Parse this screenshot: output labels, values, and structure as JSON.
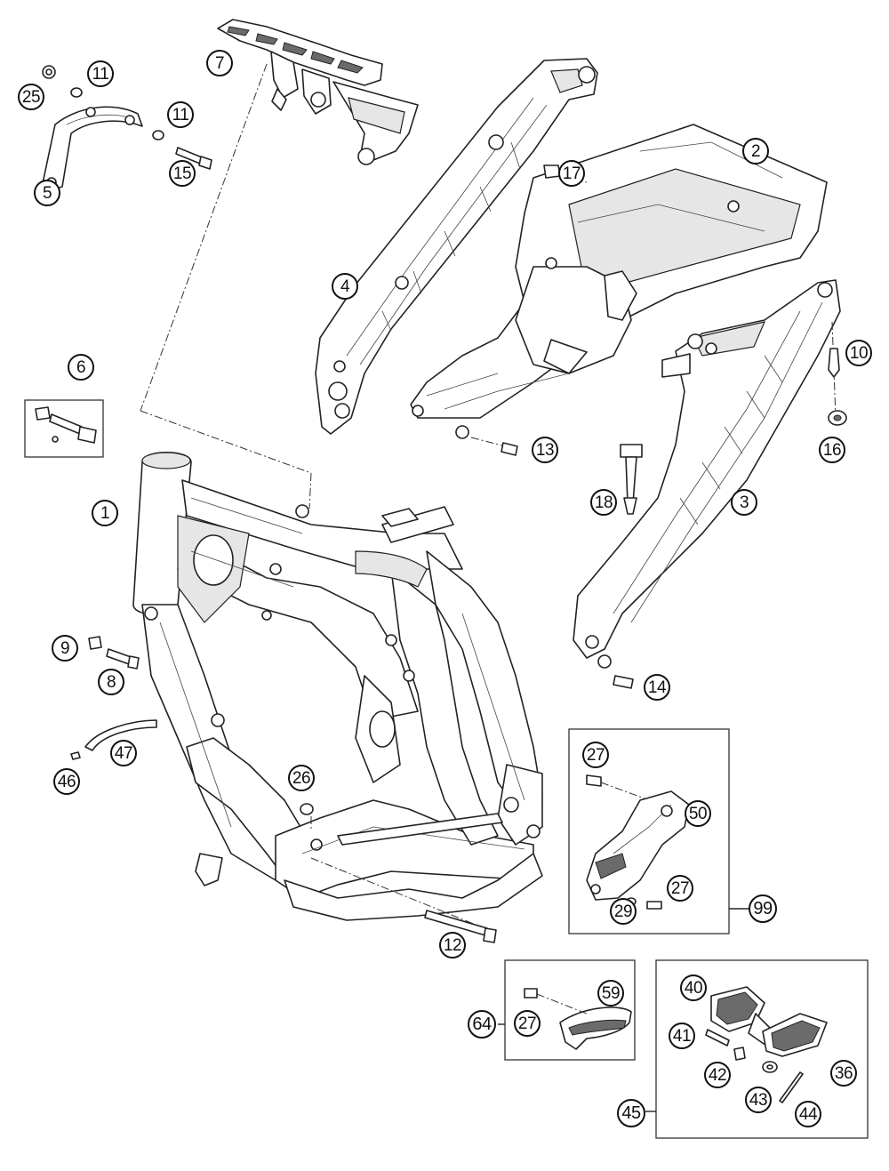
{
  "callouts": {
    "c1": "1",
    "c2": "2",
    "c3": "3",
    "c4": "4",
    "c5": "5",
    "c6": "6",
    "c7": "7",
    "c8": "8",
    "c9": "9",
    "c10": "10",
    "c11a": "11",
    "c11b": "11",
    "c12": "12",
    "c13": "13",
    "c14": "14",
    "c15": "15",
    "c16": "16",
    "c17": "17",
    "c18": "18",
    "c25": "25",
    "c26": "26",
    "c27a": "27",
    "c27b": "27",
    "c27c": "27",
    "c29": "29",
    "c36": "36",
    "c40": "40",
    "c41": "41",
    "c42": "42",
    "c43": "43",
    "c44": "44",
    "c45": "45",
    "c46": "46",
    "c47": "47",
    "c50": "50",
    "c59": "59",
    "c64": "64",
    "c99": "99"
  }
}
